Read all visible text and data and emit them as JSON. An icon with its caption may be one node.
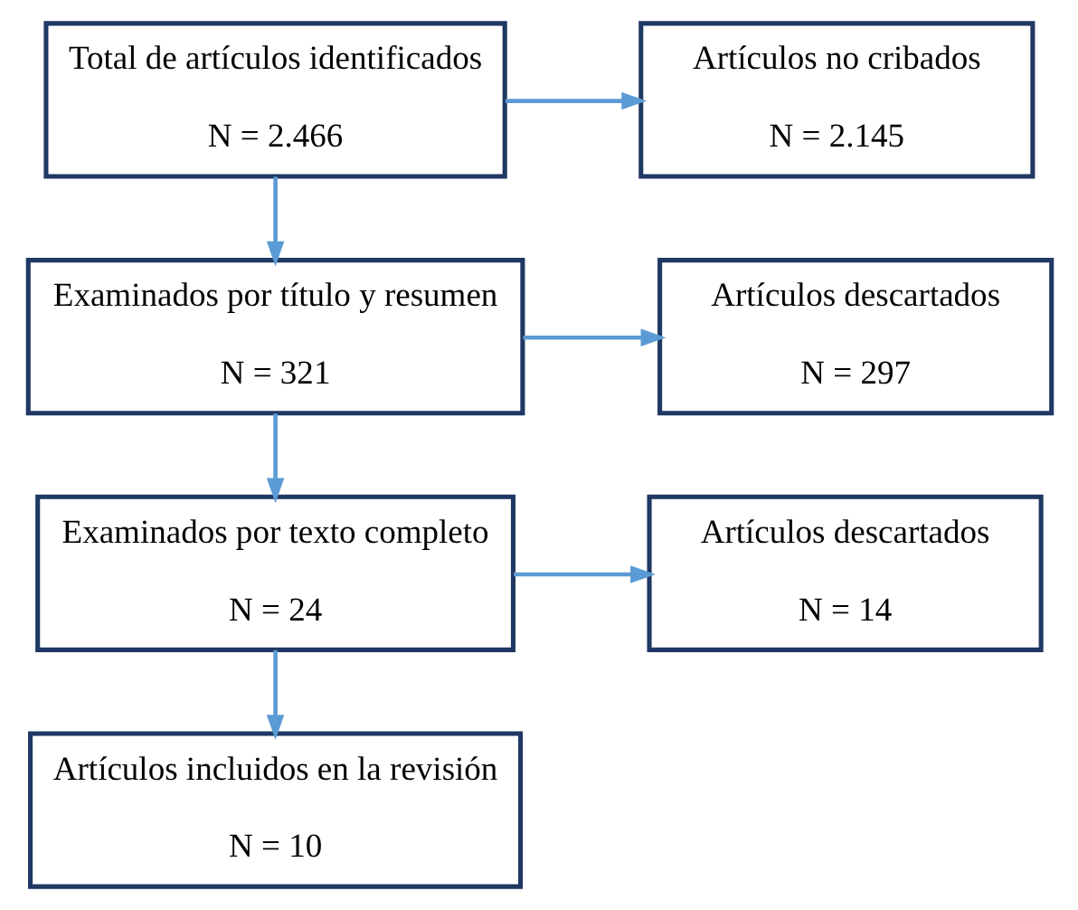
{
  "diagram": {
    "nodes": [
      {
        "text": [
          "Total de artículos identificados",
          "N = 2.466"
        ]
      },
      {
        "text": [
          "Artículos no cribados",
          "N = 2.145"
        ]
      },
      {
        "text": [
          "Examinados por título y resumen",
          "N = 321"
        ]
      },
      {
        "text": [
          "Artículos descartados",
          "N = 297"
        ]
      },
      {
        "text": [
          "Examinados por texto completo",
          "N = 24"
        ]
      },
      {
        "text": [
          "Artículos descartados",
          "N = 14"
        ]
      },
      {
        "text": [
          "Artículos incluidos en la revisión",
          "N = 10"
        ]
      }
    ],
    "edges": [
      {
        "from": 0,
        "to": 1,
        "arrow": "to"
      },
      {
        "from": 0,
        "to": 2,
        "arrow": "to"
      },
      {
        "from": 2,
        "to": 3,
        "arrow": "to"
      },
      {
        "from": 2,
        "to": 4,
        "arrow": "to"
      },
      {
        "from": 4,
        "to": 5,
        "arrow": "to"
      },
      {
        "from": 4,
        "to": 6,
        "arrow": "to"
      }
    ]
  }
}
